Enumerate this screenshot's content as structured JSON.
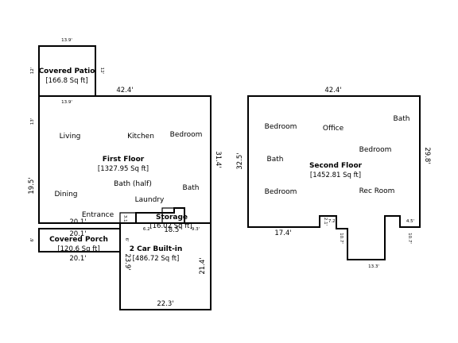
{
  "covered_patio": {
    "title": "Covered Patio",
    "area": "[166.8 Sq ft]",
    "dim_top": "13.9'",
    "dim_left": "12'",
    "dim_right": "12'",
    "dim_bottom": "13.9'"
  },
  "first_floor": {
    "title": "First Floor",
    "area": "[1327.95 Sq ft]",
    "dim_top": "42.4'",
    "dim_right": "31.4'",
    "dim_left_upper": "13'",
    "dim_left_lower": "19.5'",
    "dim_bottom": "20.1'",
    "rooms": {
      "living": "Living",
      "kitchen": "Kitchen",
      "bedroom": "Bedroom",
      "dining": "Dining",
      "bath_half": "Bath (half)",
      "bath": "Bath",
      "laundry": "Laundry",
      "entrance": "Entrance"
    }
  },
  "storage": {
    "title": "Storage",
    "area": "[16.02 Sq ft]",
    "dim_bottom": "18.5'",
    "dim_left_small": "6.2'",
    "dim_right_small": "9.3'",
    "dim_nook": "3.1'"
  },
  "covered_porch": {
    "title": "Covered Porch",
    "area": "[120.6 Sq ft]",
    "dim_top": "20.1'",
    "dim_bottom": "20.1'",
    "dim_left": "6'",
    "dim_right": "6'"
  },
  "garage": {
    "title": "2 Car Built-in",
    "area": "[486.72 Sq ft]",
    "dim_left": "23.9'",
    "dim_right": "21.4'",
    "dim_bottom": "22.3'"
  },
  "second_floor": {
    "title": "Second Floor",
    "area": "[1452.81 Sq ft]",
    "dim_top": "42.4'",
    "dim_left": "32.5'",
    "dim_right": "29.8'",
    "dim_bottom_left": "17.4'",
    "dim_notch_left": "10.7'",
    "dim_notch_right": "10.7'",
    "dim_notch_bottom": "13.3'",
    "dim_small_left": "7.2'",
    "dim_small_right": "4.5'",
    "dim_small_side": "2.1'",
    "rooms": {
      "bedroom_1": "Bedroom",
      "office": "Office",
      "bath_1": "Bath",
      "bedroom_2": "Bedroom",
      "bath_2": "Bath",
      "bedroom_3": "Bedroom",
      "rec_room": "Rec Room"
    }
  }
}
